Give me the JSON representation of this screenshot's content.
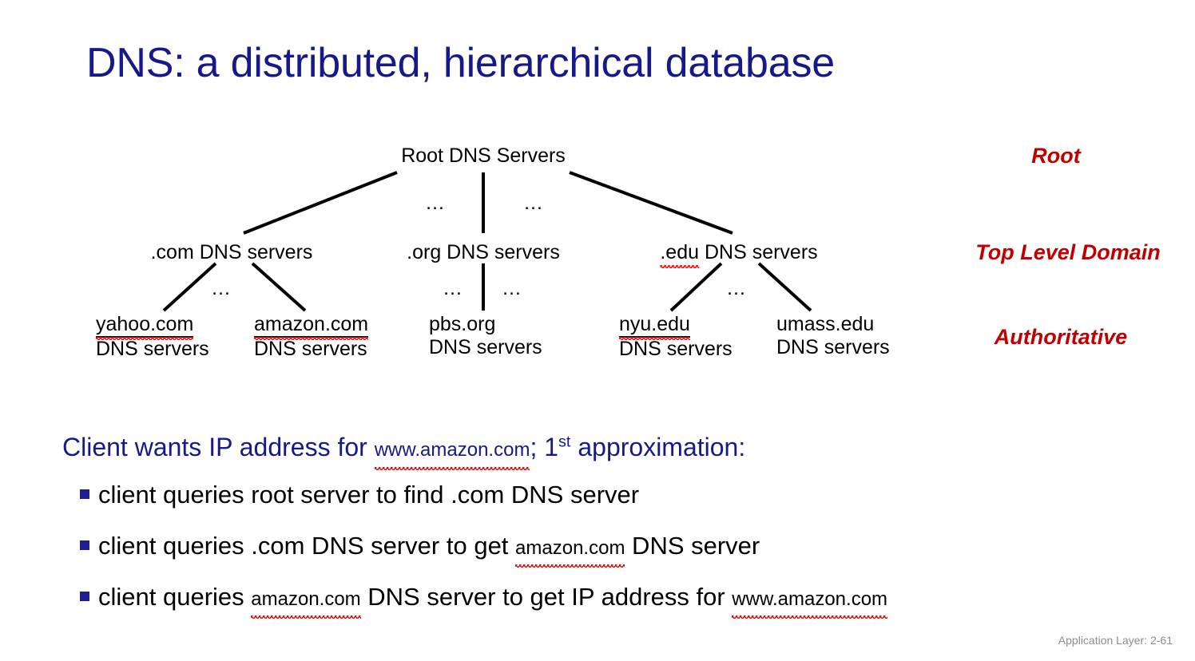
{
  "slide": {
    "title": "DNS: a distributed, hierarchical database",
    "footer": "Application Layer: 2-61"
  },
  "colors": {
    "title_blue": "#17188a",
    "tier_red": "#c00000",
    "bullet_navy": "#1f1f8f",
    "body_black": "#000000",
    "footer_gray": "#8c8c8c",
    "spellcheck_red": "#ff0000"
  },
  "diagram": {
    "root": {
      "label": "Root DNS Servers"
    },
    "root_ellipses": [
      "…",
      "…"
    ],
    "tld": [
      {
        "label": ".com DNS servers",
        "misspelled_prefix": ""
      },
      {
        "label": ".org DNS servers",
        "misspelled_prefix": ""
      },
      {
        "label": ".edu DNS servers",
        "misspelled_prefix": ".edu"
      }
    ],
    "tld_ellipses": [
      "…",
      "…",
      "…",
      "…"
    ],
    "authoritative": [
      {
        "domain": "yahoo.com",
        "line2": "DNS servers",
        "spellcheck": true
      },
      {
        "domain": "amazon.com",
        "line2": "DNS servers",
        "spellcheck": true
      },
      {
        "domain": "pbs.org",
        "line2": "DNS servers",
        "spellcheck": false
      },
      {
        "domain": "nyu.edu",
        "line2": "DNS servers",
        "spellcheck": true
      },
      {
        "domain": "umass.edu",
        "line2": "DNS servers",
        "spellcheck": false
      }
    ],
    "tier_labels": [
      {
        "label": "Root"
      },
      {
        "label": "Top Level Domain"
      },
      {
        "label": "Authoritative"
      }
    ]
  },
  "body": {
    "lead": {
      "part1": "Client wants IP address for ",
      "domain": "www.amazon.com",
      "part2": "; 1",
      "sup": "st",
      "part3": " approximation:"
    },
    "bullets": [
      {
        "segments": [
          {
            "text": "client queries root server to find .com DNS server",
            "small": false,
            "spellcheck": false
          }
        ]
      },
      {
        "segments": [
          {
            "text": "client queries .com DNS server to get ",
            "small": false,
            "spellcheck": false
          },
          {
            "text": "amazon.com",
            "small": true,
            "spellcheck": true
          },
          {
            "text": " DNS server",
            "small": false,
            "spellcheck": false
          }
        ]
      },
      {
        "segments": [
          {
            "text": "client queries ",
            "small": false,
            "spellcheck": false
          },
          {
            "text": "amazon.com",
            "small": true,
            "spellcheck": true
          },
          {
            "text": " DNS server to get  IP address for ",
            "small": false,
            "spellcheck": false
          },
          {
            "text": "www.amazon.com",
            "small": true,
            "spellcheck": true
          }
        ]
      }
    ]
  }
}
